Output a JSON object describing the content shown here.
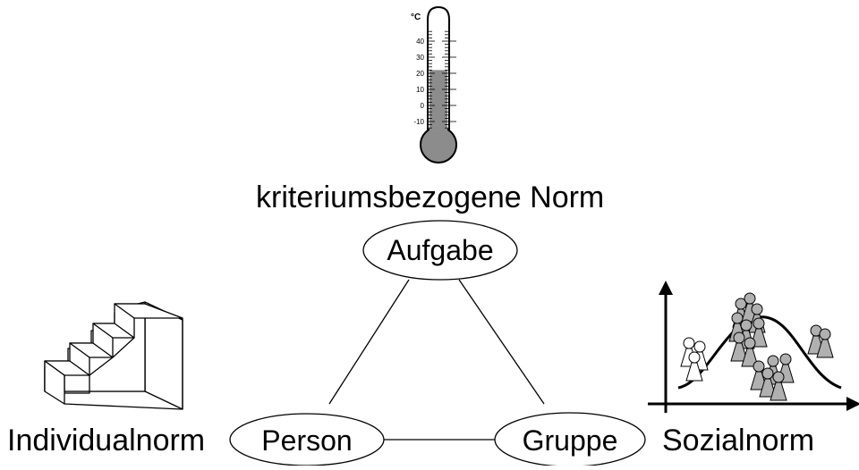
{
  "labels": {
    "criterion_norm": "kriteriumsbezogene Norm",
    "individual_norm": "Individualnorm",
    "social_norm": "Sozialnorm"
  },
  "nodes": {
    "task": "Aufgabe",
    "person": "Person",
    "group": "Gruppe"
  },
  "thermometer": {
    "unit": "°C",
    "ticks": [
      "40",
      "30",
      "20",
      "10",
      "0",
      "-10"
    ],
    "fill_level_c": 22,
    "fill_color": "#8c8c8c"
  },
  "icons": {
    "thermometer": "thermometer-icon",
    "stairs": "stairs-icon",
    "distribution": "normal-distribution-icon",
    "people": "person-figure-icon"
  },
  "colors": {
    "stroke": "#000000",
    "figure_gray": "#b0b0b0",
    "figure_white": "#ffffff"
  }
}
